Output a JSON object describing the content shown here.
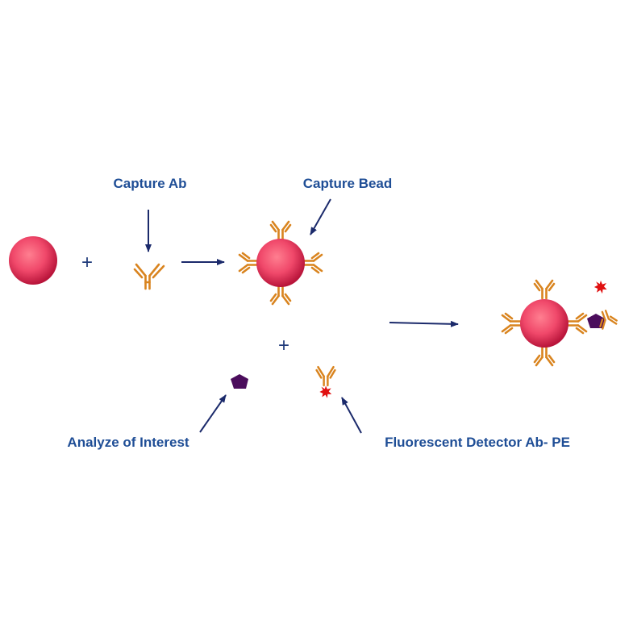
{
  "labels": {
    "capture_ab": "Capture Ab",
    "capture_bead": "Capture Bead",
    "analyte": "Analyze of Interest",
    "detector": "Fluorescent Detector Ab- PE"
  },
  "symbols": {
    "plus": "+"
  },
  "colors": {
    "bead_center": "#f46a7e",
    "bead_edge": "#c0183a",
    "antibody": "#d9841f",
    "analyte": "#4b0d5c",
    "pe_label": "#e01010",
    "arrow": "#1b2a6b",
    "label_text": "#1f4e96"
  }
}
